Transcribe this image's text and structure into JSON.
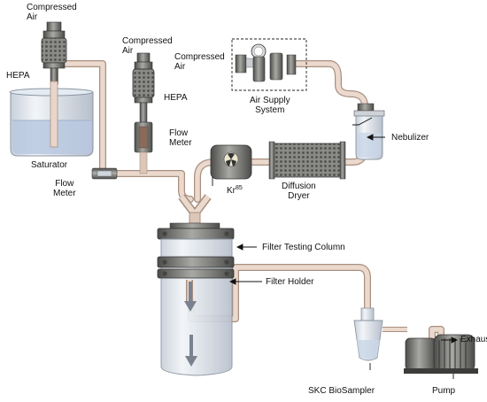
{
  "labels": {
    "compressed_air_1": "Compressed\nAir",
    "hepa_1": "HEPA",
    "saturator": "Saturator",
    "flow_meter_1": "Flow\nMeter",
    "compressed_air_2": "Compressed\nAir",
    "hepa_2": "HEPA",
    "flow_meter_2": "Flow\nMeter",
    "compressed_air_3": "Compressed\nAir",
    "air_supply_system": "Air Supply\nSystem",
    "nebulizer": "Nebulizer",
    "kr_base": "Kr",
    "kr_sup": "85",
    "diffusion_dryer": "Diffusion\nDryer",
    "filter_testing_column": "Filter Testing Column",
    "filter_holder": "Filter Holder",
    "exhaust": "Exhaust",
    "skc_biosampler": "SKC BioSampler",
    "pump": "Pump"
  },
  "colors": {
    "pipe_fill": "#e8d4c8",
    "pipe_stroke": "#a89080",
    "metal_dark": "#5a5a58",
    "metal_mid": "#8c8c88",
    "glass": "#dde4ec",
    "water": "#b8c8e0",
    "arrow": "#7a8290"
  }
}
